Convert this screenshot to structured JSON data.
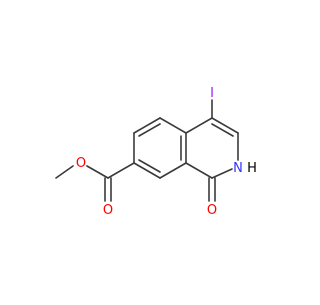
{
  "molecule": {
    "atoms": {
      "iodine": {
        "label": "I",
        "color": "#a020f0"
      },
      "nitrogen_h": {
        "label": "H",
        "color": "#000000"
      },
      "nitrogen": {
        "label": "N",
        "color": "#3333ff"
      },
      "carbonyl_oxygen": {
        "label": "O",
        "color": "#ff0000"
      },
      "ester_carbonyl_oxygen": {
        "label": "O",
        "color": "#ff0000"
      },
      "ester_oxygen": {
        "label": "O",
        "color": "#ff0000"
      }
    },
    "bond_color": "#3a3a3a"
  }
}
